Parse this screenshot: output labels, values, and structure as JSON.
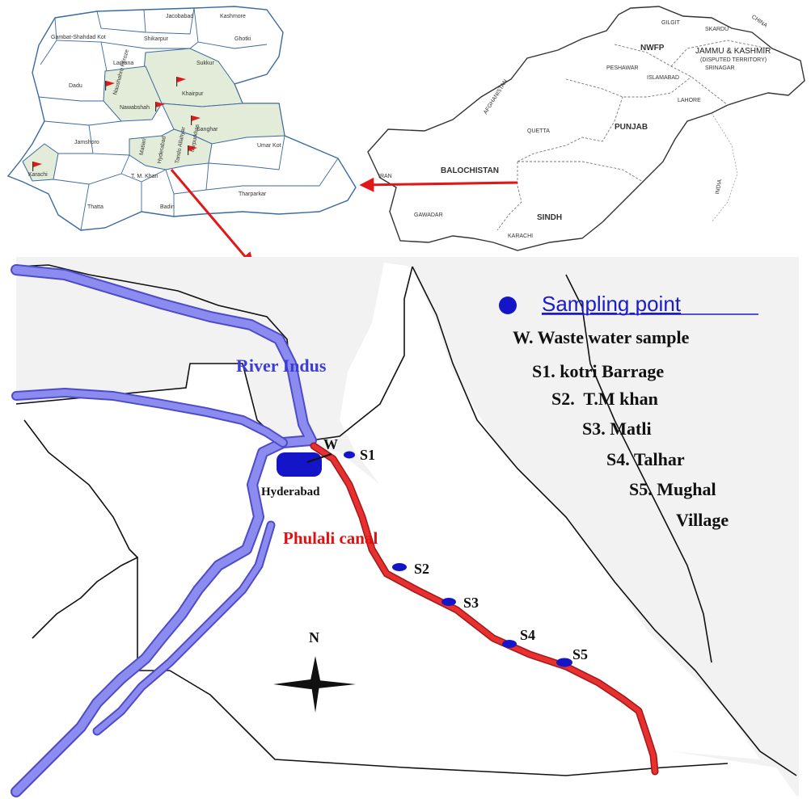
{
  "sindh_map": {
    "districts": [
      {
        "name": "Jacobabad"
      },
      {
        "name": "Kashmore"
      },
      {
        "name": "Shikarpur"
      },
      {
        "name": "Ghotki"
      },
      {
        "name": "Gambat-Shahdad Kot"
      },
      {
        "name": "Larkana"
      },
      {
        "name": "Sukkur"
      },
      {
        "name": "Dadu"
      },
      {
        "name": "Naushahro Feroze"
      },
      {
        "name": "Khairpur"
      },
      {
        "name": "Nawabshah"
      },
      {
        "name": "Sanghar"
      },
      {
        "name": "Jamshoro"
      },
      {
        "name": "Matiari"
      },
      {
        "name": "Hyderabad"
      },
      {
        "name": "Tando Allahyar"
      },
      {
        "name": "Mirpurkhas"
      },
      {
        "name": "Umar Kot"
      },
      {
        "name": "Karachi"
      },
      {
        "name": "T. M. Khan"
      },
      {
        "name": "Thatta"
      },
      {
        "name": "Badin"
      },
      {
        "name": "Tharparkar"
      }
    ]
  },
  "pakistan_map": {
    "provinces": [
      "NWFP",
      "PUNJAB",
      "BALOCHISTAN",
      "SINDH"
    ],
    "region_label": "JAMMU & KASHMIR",
    "region_sublabel": "(DISPUTED TERRITORY)",
    "countries": [
      "AFGHANISTAN",
      "IRAN",
      "INDIA",
      "CHINA"
    ],
    "cities": [
      "GILGIT",
      "SKARDU",
      "PESHAWAR",
      "ISLAMABAD",
      "SRINAGAR",
      "LAHORE",
      "QUETTA",
      "GAWADAR",
      "KARACHI"
    ]
  },
  "main_map": {
    "legend_title": "Sampling point",
    "legend_items": [
      "W. Waste water sample",
      "S1. kotri Barrage",
      "S2.  T.M khan",
      "S3. Matli",
      "S4. Talhar",
      "S5. Mughal",
      "Village"
    ],
    "river_label": "River  Indus",
    "canal_label": "Phulali canal",
    "city_label": "Hyderabad",
    "north_label": "N",
    "points": [
      "W",
      "S1",
      "S2",
      "S3",
      "S4",
      "S5"
    ],
    "colors": {
      "river": "#8c8cf0",
      "river_edge": "#4c4cc8",
      "canal": "#e83030",
      "point": "#1414c8",
      "legend_title": "#1a1ad0",
      "canal_label": "#e01010",
      "river_label": "#3c3cd8"
    }
  }
}
